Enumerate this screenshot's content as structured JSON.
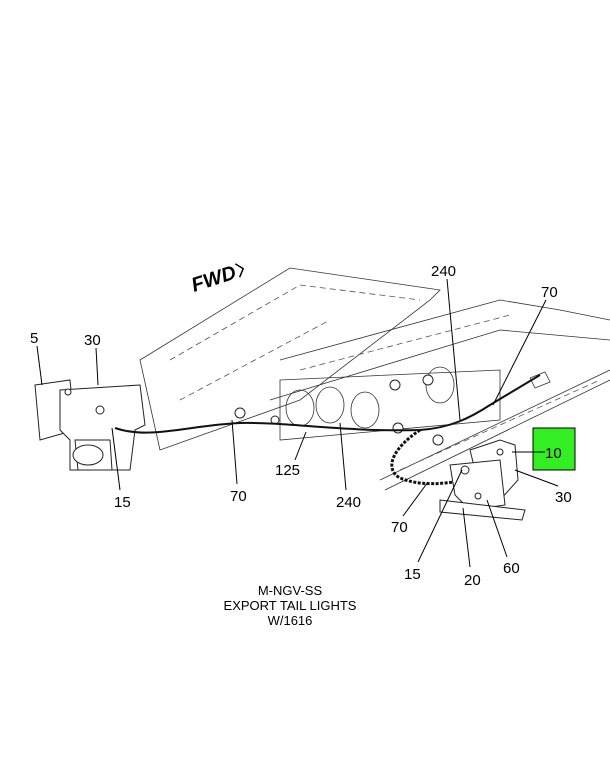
{
  "direction_label": "FWD",
  "highlight_color": "#33ee22",
  "callouts": {
    "c240_top": "240",
    "c70_top": "70",
    "c5": "5",
    "c30_left": "30",
    "c15_left": "15",
    "c70_left": "70",
    "c125": "125",
    "c240_bottom": "240",
    "c10": "10",
    "c30_right": "30",
    "c70_right": "70",
    "c15_right": "15",
    "c20": "20",
    "c60": "60"
  },
  "caption": {
    "line1": "M-NGV-SS",
    "line2": "EXPORT TAIL LIGHTS",
    "line3": "W/1616"
  }
}
